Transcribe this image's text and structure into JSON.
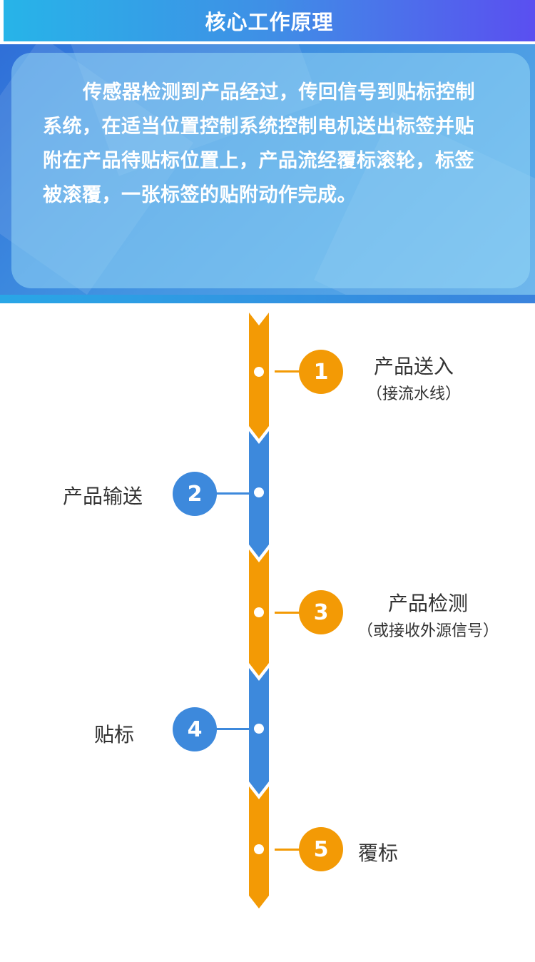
{
  "header": {
    "title": "核心工作原理"
  },
  "intro": {
    "text": "传感器检测到产品经过，传回信号到贴标控制系统，在适当位置控制系统控制电机送出标签并贴附在产品待贴标位置上，产品流经覆标滚轮，标签被滚覆，一张标签的贴附动作完成。"
  },
  "colors": {
    "orange": "#f39a05",
    "blue": "#3d89dc"
  },
  "steps": [
    {
      "num": "1",
      "label": "产品送入",
      "sub": "（接流水线）",
      "side": "right",
      "color": "orange"
    },
    {
      "num": "2",
      "label": "产品输送",
      "sub": "",
      "side": "left",
      "color": "blue"
    },
    {
      "num": "3",
      "label": "产品检测",
      "sub": "（或接收外源信号）",
      "side": "right",
      "color": "orange"
    },
    {
      "num": "4",
      "label": "贴标",
      "sub": "",
      "side": "left",
      "color": "blue"
    },
    {
      "num": "5",
      "label": "覆标",
      "sub": "",
      "side": "right",
      "color": "orange"
    }
  ]
}
